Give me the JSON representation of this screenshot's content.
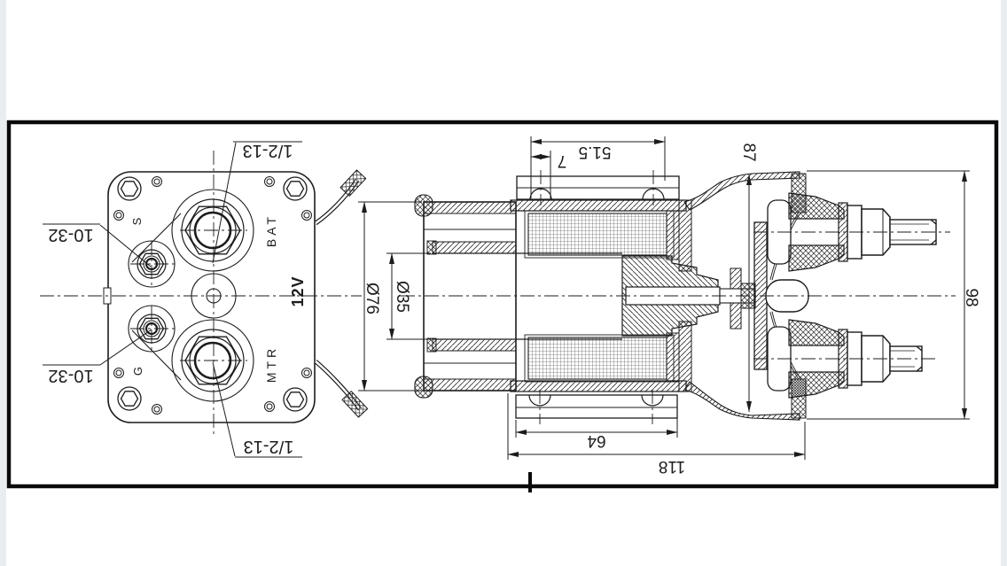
{
  "drawing": {
    "front_view": {
      "labels": {
        "s": "S",
        "g": "G",
        "bat": "BAT",
        "mtr": "MTR",
        "voltage": "12V"
      },
      "callouts": {
        "large_stud_top": "1/2-13",
        "large_stud_bottom": "1/2-13",
        "small_stud_top": "10-32",
        "small_stud_bottom": "10-32"
      }
    },
    "section_view": {
      "dims": {
        "bracket_span": "51.5",
        "bracket_offset": "7",
        "tube_od": "Ø76",
        "bore_id": "Ø35",
        "can_length": "64",
        "overall_length": "118",
        "flange_height": "87",
        "overall_height": "98"
      }
    }
  },
  "colors": {
    "edge_strip": "#e8edf0",
    "ink": "#1c1c1c",
    "frame": "#0a0a0a"
  }
}
